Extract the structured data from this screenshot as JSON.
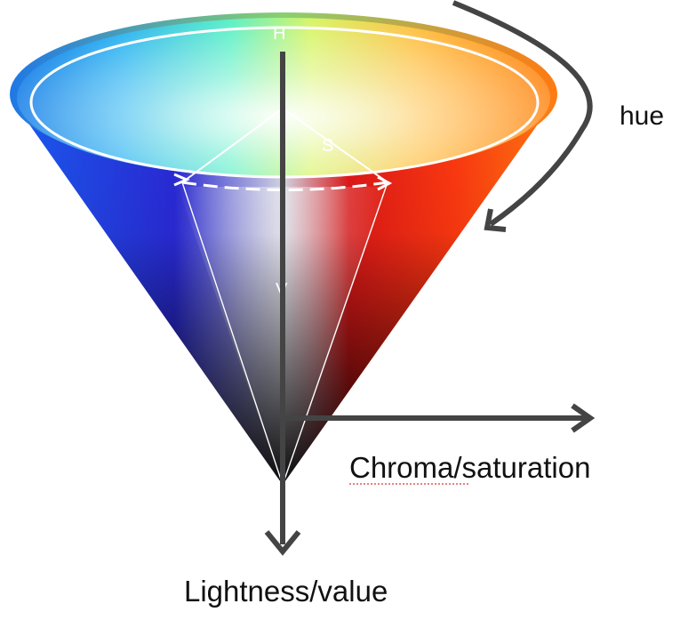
{
  "labels": {
    "hue": "hue",
    "chroma": "Chroma/saturation",
    "lightness": "Lightness/value",
    "h_marker": "H",
    "s_marker": "S",
    "v_marker": "V"
  },
  "colors": {
    "arrow": "#444444",
    "guide_lines": "#ffffff",
    "spell_underline": "#d33a3a",
    "text": "#111111"
  }
}
